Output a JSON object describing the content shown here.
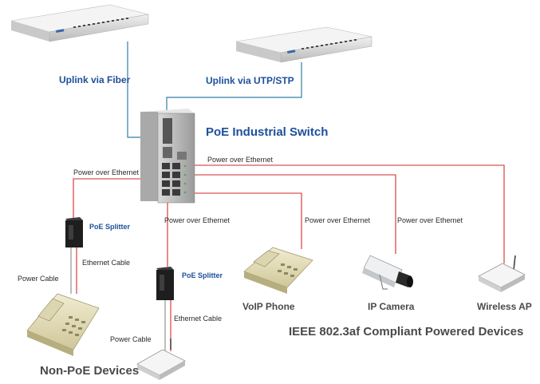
{
  "labels": {
    "uplink_fiber": "Uplink via Fiber",
    "uplink_utp": "Uplink via UTP/STP",
    "poe_switch": "PoE Industrial Switch",
    "poe_1": "Power over Ethernet",
    "poe_2": "Power over Ethernet",
    "poe_3": "Power over Ethernet",
    "poe_4": "Power over Ethernet",
    "poe_5": "Power over Ethernet",
    "poe_splitter_1": "PoE Splitter",
    "poe_splitter_2": "PoE Splitter",
    "ethernet_cable_1": "Ethernet Cable",
    "ethernet_cable_2": "Ethernet Cable",
    "power_cable_1": "Power Cable",
    "power_cable_2": "Power Cable",
    "voip_phone": "VoIP Phone",
    "ip_camera": "IP Camera",
    "wireless_ap": "Wireless AP",
    "ieee_title": "IEEE 802.3af Compliant Powered Devices",
    "non_poe_devices": "Non-PoE Devices"
  },
  "colors": {
    "uplink_line": "#2e7fa8",
    "poe_line": "#d42a2a",
    "label_blue": "#1d4f9c",
    "label_gray": "#4a4a4a"
  }
}
